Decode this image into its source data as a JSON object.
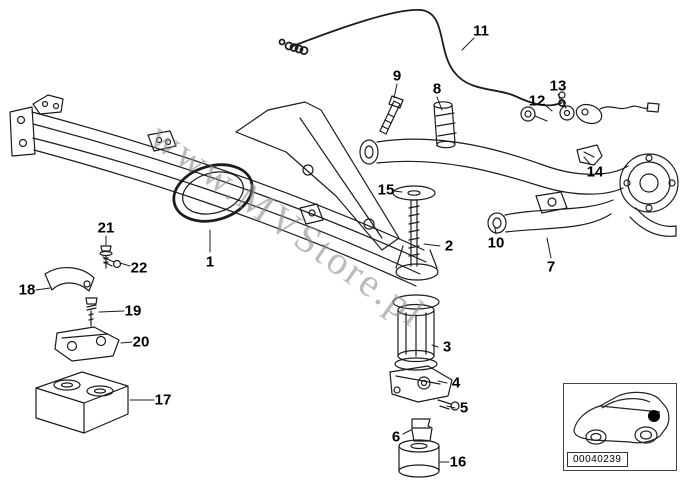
{
  "diagram": {
    "watermark": "www.MVStore.pl",
    "callouts": [
      {
        "label": "1"
      },
      {
        "label": "2"
      },
      {
        "label": "3"
      },
      {
        "label": "4"
      },
      {
        "label": "5"
      },
      {
        "label": "6"
      },
      {
        "label": "7"
      },
      {
        "label": "8"
      },
      {
        "label": "9"
      },
      {
        "label": "10"
      },
      {
        "label": "11"
      },
      {
        "label": "12"
      },
      {
        "label": "13"
      },
      {
        "label": "14"
      },
      {
        "label": "15"
      },
      {
        "label": "16"
      },
      {
        "label": "17"
      },
      {
        "label": "18"
      },
      {
        "label": "19"
      },
      {
        "label": "20"
      },
      {
        "label": "21"
      },
      {
        "label": "22"
      }
    ]
  },
  "thumbnail": {
    "part_number": "00040239",
    "icon": "car-side-view-icon"
  }
}
